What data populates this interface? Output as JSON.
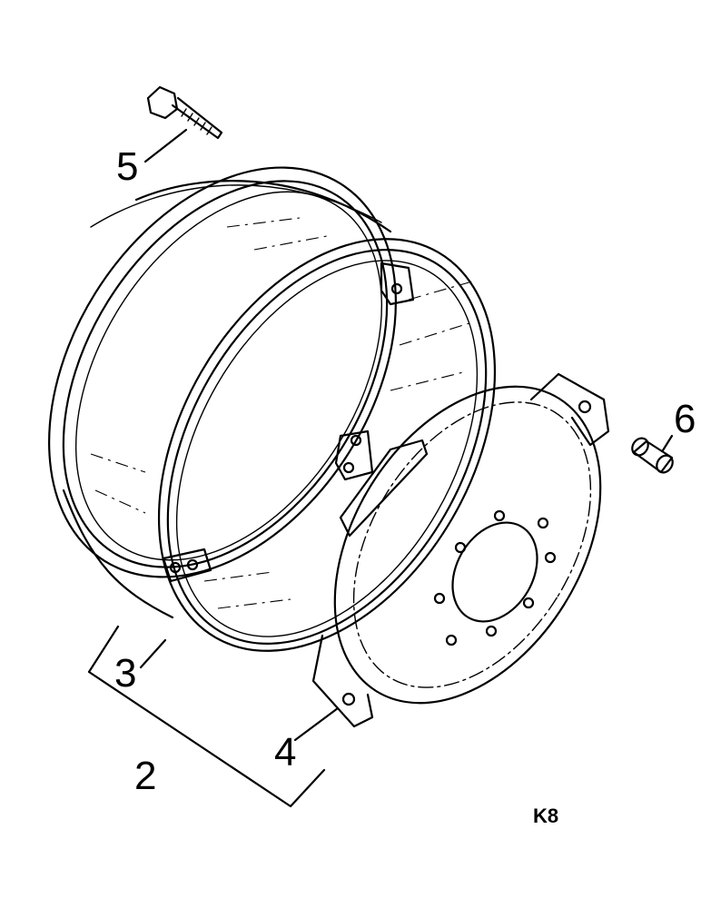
{
  "callouts": {
    "bolt": "5",
    "spacer": "6",
    "rim": "3",
    "disc": "4",
    "assembly": "2"
  },
  "drawing_code": "K8"
}
